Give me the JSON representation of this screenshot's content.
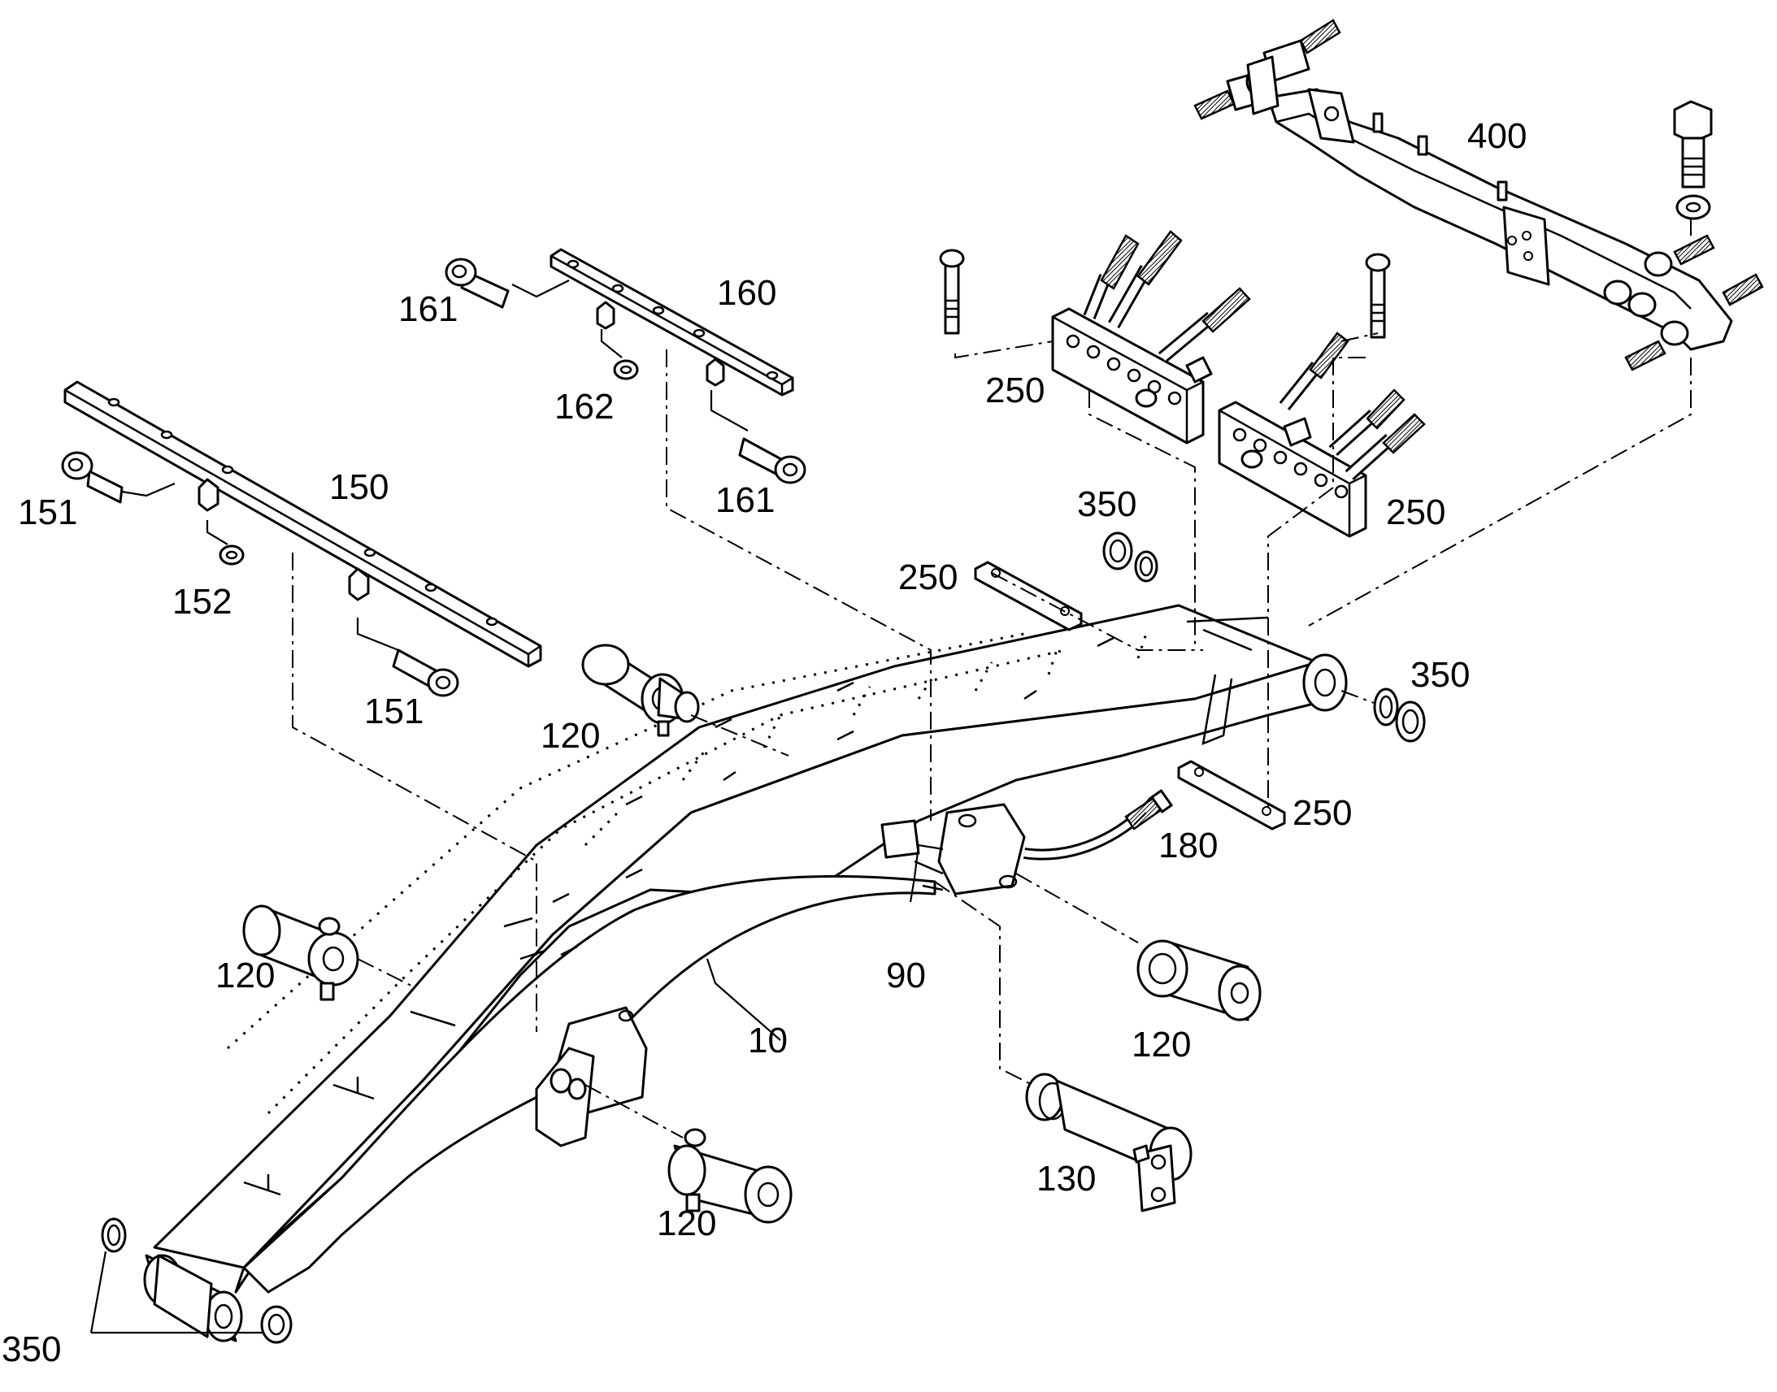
{
  "diagram": {
    "labels": {
      "l400": "400",
      "l160": "160",
      "l161a": "161",
      "l161b": "161",
      "l162": "162",
      "l150": "150",
      "l151a": "151",
      "l151b": "151",
      "l152": "152",
      "l250a": "250",
      "l250b": "250",
      "l250c": "250",
      "l250d": "250",
      "l350a": "350",
      "l350b": "350",
      "l350c": "350",
      "l120a": "120",
      "l120b": "120",
      "l120c": "120",
      "l120d": "120",
      "l130": "130",
      "l180": "180",
      "l90": "90",
      "l10": "10"
    }
  }
}
